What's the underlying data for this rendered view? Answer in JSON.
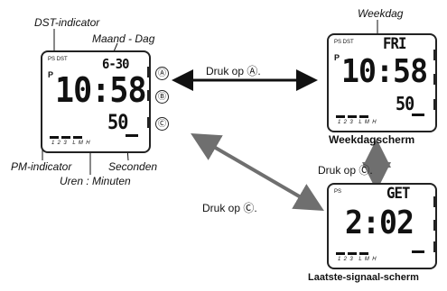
{
  "labels": {
    "dst_indicator": "DST-indicator",
    "month_day": "Maand - Dag",
    "pm_indicator": "PM-indicator",
    "seconds": "Seconden",
    "hours_minutes": "Uren : Minuten",
    "weekday": "Weekdag"
  },
  "instructions": {
    "press_a": "Druk op Ⓐ.",
    "press_c_right": "Druk op Ⓒ.",
    "press_c_left": "Druk op Ⓒ."
  },
  "captions": {
    "weekday_screen": "Weekdagscherm",
    "last_signal_screen": "Laatste-signaal-scherm"
  },
  "buttons": {
    "a": "Ⓐ",
    "b": "Ⓑ",
    "c": "Ⓒ"
  },
  "main_watch": {
    "ps_dst": "PS DST",
    "pm": "P",
    "date": "6-30",
    "time": "10:58",
    "seconds": "50",
    "bar_labels": "1  2  3    L  M  H"
  },
  "weekday_watch": {
    "ps_dst": "PS DST",
    "day": "FRI",
    "pm": "P",
    "time": "10:58",
    "seconds": "50",
    "bar_labels": "1  2  3    L  M  H"
  },
  "signal_watch": {
    "ps": "PS",
    "label": "GET",
    "time": "2:02",
    "bar_labels": "1  2  3    L  M  H"
  },
  "colors": {
    "black_arrow": "#111111",
    "gray_arrow": "#6f6f6f"
  }
}
